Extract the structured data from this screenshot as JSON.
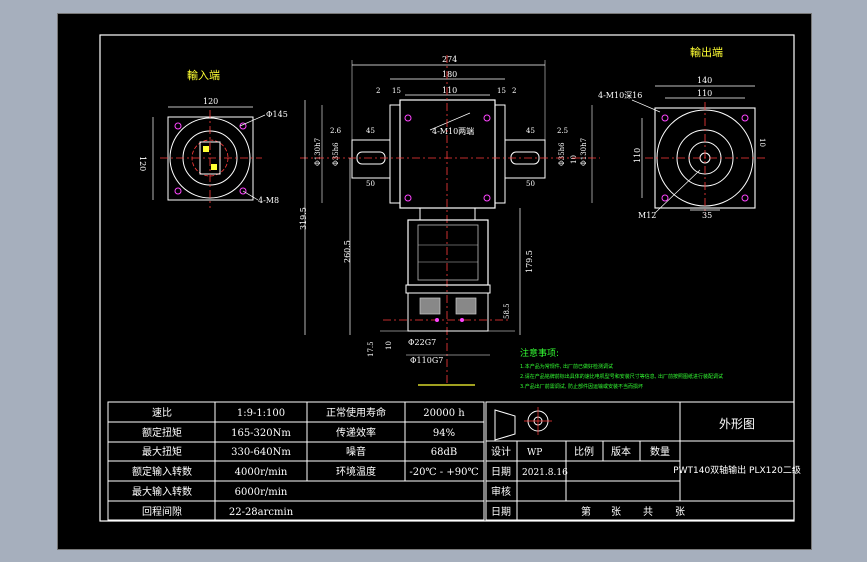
{
  "colors": {
    "line": "#ffffff",
    "dim": "#ffffff",
    "center": "#ff3b3b",
    "magenta": "#ff44ff",
    "yellow": "#ffff33",
    "green": "#33ff33",
    "cyan": "#33ffff",
    "gray": "#bdbdbd"
  },
  "views": {
    "input_title": "輸入端",
    "output_title": "輸出端",
    "input": {
      "w120": "120",
      "h120": "120",
      "phi145": "Φ145",
      "holes": "4-M8"
    },
    "output": {
      "w140": "140",
      "w110": "110",
      "holes": "4-M10深16",
      "h110": "110",
      "r10": "10",
      "m12": "M12",
      "w35": "35"
    },
    "front": {
      "d274": "274",
      "d180": "180",
      "d110": "110",
      "d2": "2",
      "d15a": "15",
      "d15b": "15",
      "d2b": "2",
      "holes": "4-M10两端",
      "d26": "2.6",
      "d45a": "45",
      "d45b": "45",
      "d25": "2.5",
      "phi130": "Φ130h7",
      "phi35a": "Φ35h6",
      "phi35b": "Φ35h6",
      "d10": "10",
      "phi130b": "Φ130h7",
      "d50a": "50",
      "d50b": "50",
      "d3195": "319.5",
      "d2605": "260.5",
      "d1795": "179.5",
      "d585": "58.5",
      "d175": "17.5",
      "d10b": "10",
      "phi22": "Φ22G7",
      "phi110": "Φ110G7"
    }
  },
  "notes": {
    "title": "注意事项:",
    "lines": [
      "1.本产品为常规件, 出厂前已做好检测调试",
      "2.请在产品铭牌前标出具体的速比电机型号和安装尺寸等信息, 出厂前按照图纸进行装配调试",
      "3.产品出厂前需调试, 防止部件因运输或安装不当而损坏"
    ]
  },
  "spec_table": {
    "rows": [
      {
        "k1": "速比",
        "v1": "1:9-1:100",
        "k2": "正常使用寿命",
        "v2": "20000 h"
      },
      {
        "k1": "额定扭矩",
        "v1": "165-320Nm",
        "k2": "传递效率",
        "v2": "94%"
      },
      {
        "k1": "最大扭矩",
        "v1": "330-640Nm",
        "k2": "噪音",
        "v2": "68dB"
      },
      {
        "k1": "额定输入转数",
        "v1": "4000r/min",
        "k2": "环境温度",
        "v2": "-20℃ - +90℃"
      },
      {
        "k1": "最大输入转数",
        "v1": "6000r/min",
        "k2": "",
        "v2": ""
      },
      {
        "k1": "回程间隙",
        "v1": "22-28arcmin",
        "k2": "",
        "v2": ""
      }
    ]
  },
  "title_block": {
    "drawing_name": "外形图",
    "model": "PWT140双轴输出 PLX120二级",
    "design_label": "设计",
    "design_value": "WP",
    "date_label": "日期",
    "date_value": "2021.8.16",
    "check_label": "审核",
    "date2_label": "日期",
    "scale_label": "比例",
    "version_label": "版本",
    "qty_label": "数量",
    "sheet_label_1": "第",
    "sheet_label_2": "张",
    "sheet_label_3": "共",
    "sheet_label_4": "张"
  }
}
